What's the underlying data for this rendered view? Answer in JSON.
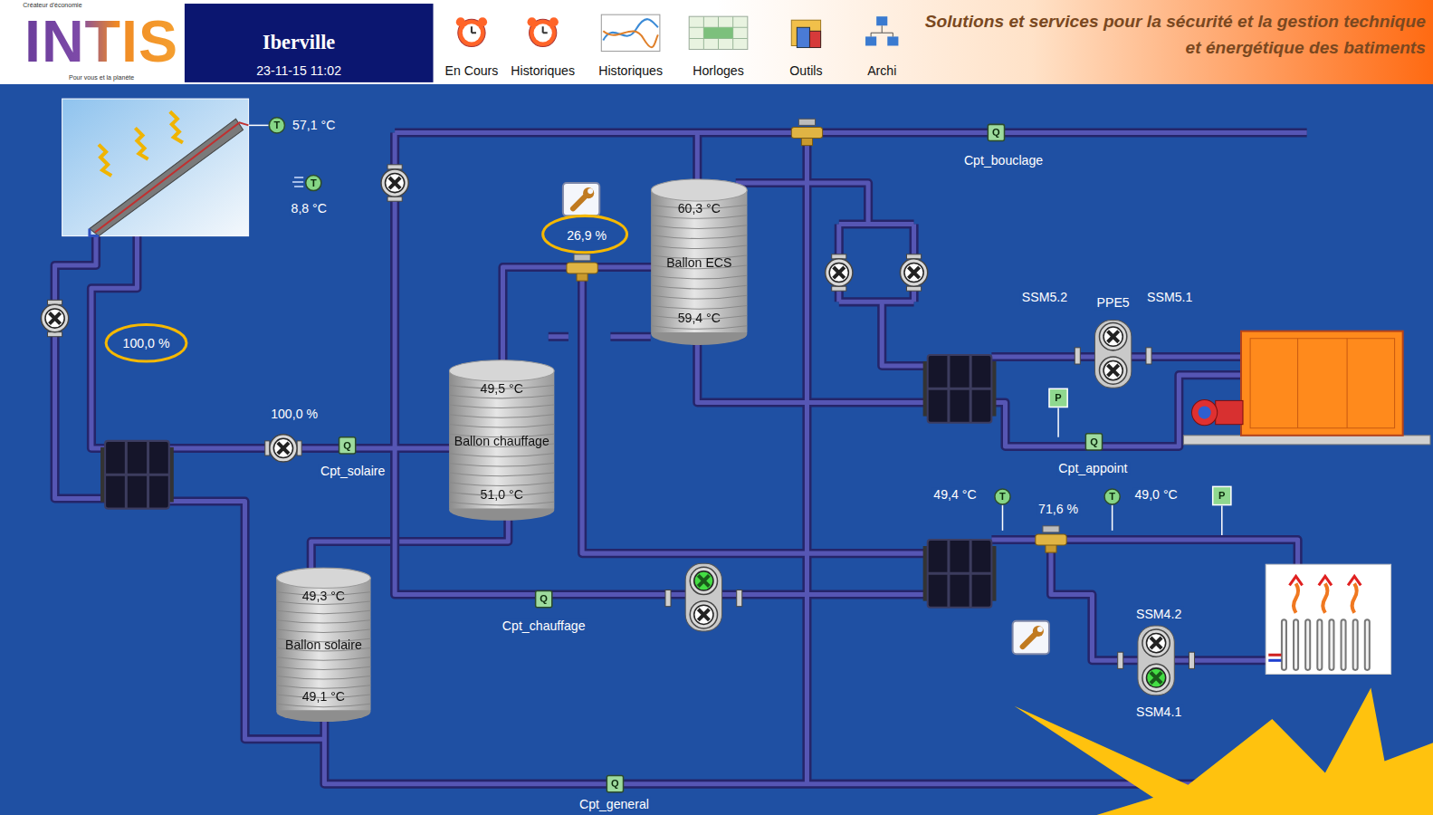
{
  "diagram": {
    "title": "Iberville",
    "nodes": [
      {
        "text": [
          "60,3 °C",
          "Ballon ECS",
          "59,4 °C"
        ]
      },
      {
        "text": [
          "49,5 °C",
          "Ballon chauffage",
          "51,0 °C"
        ]
      },
      {
        "text": [
          "49,3 °C",
          "Ballon solaire",
          "49,1 °C"
        ]
      }
    ],
    "edges": [
      {
        "from": 2,
        "to": 1,
        "arrow": "none"
      },
      {
        "from": 1,
        "to": 0,
        "arrow": "none"
      }
    ],
    "labels": [
      "Créateur d'économie",
      "INTIS",
      "Pour vous et la planète",
      "23-11-15 11:02",
      "En Cours",
      "Historiques",
      "Historiques",
      "Horloges",
      "Outils",
      "Archi",
      "Solutions et services pour la sécurité et la gestion technique et énergétique des batiments",
      "T",
      "57,1 °C",
      "T",
      "8,8 °C",
      "100,0 %",
      "26,9 %",
      "Q",
      "Cpt_bouclage",
      "100,0 %",
      "Q",
      "Cpt_solaire",
      "SSM5.2",
      "PPE5",
      "SSM5.1",
      "P",
      "Q",
      "Cpt_appoint",
      "49,4 °C",
      "T",
      "71,6 %",
      "T",
      "49,0 °C",
      "P",
      "Q",
      "Cpt_chauffage",
      "SSM4.2",
      "SSM4.1",
      "Q",
      "Cpt_general"
    ]
  }
}
